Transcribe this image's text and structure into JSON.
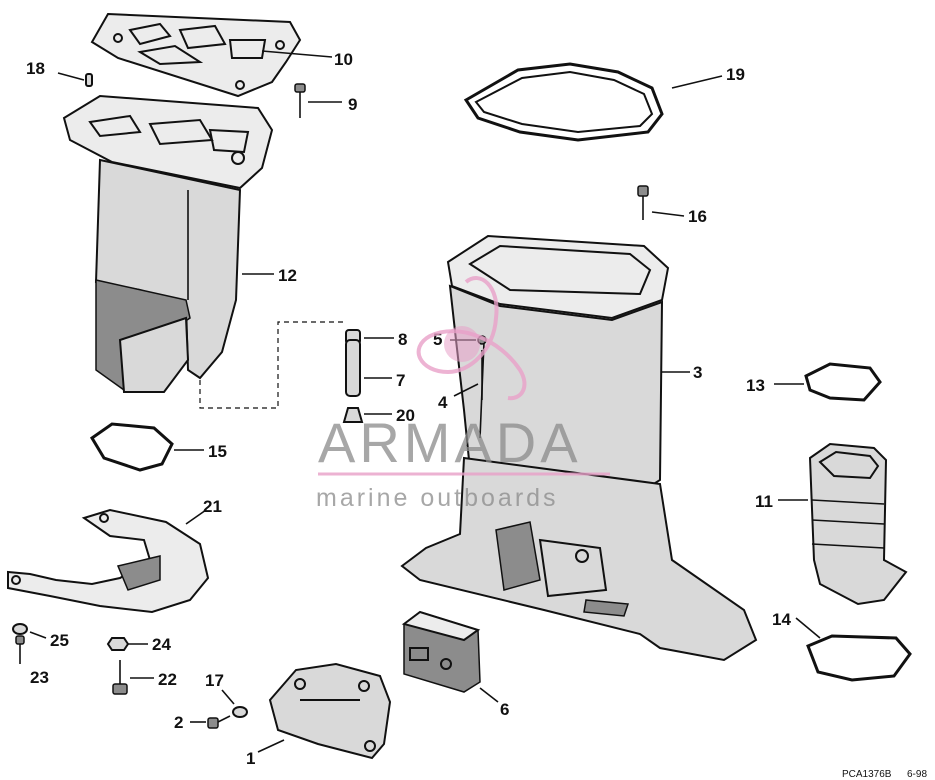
{
  "diagram": {
    "callouts": [
      {
        "id": "1",
        "label": "1"
      },
      {
        "id": "2",
        "label": "2"
      },
      {
        "id": "3",
        "label": "3"
      },
      {
        "id": "4",
        "label": "4"
      },
      {
        "id": "5",
        "label": "5"
      },
      {
        "id": "6",
        "label": "6"
      },
      {
        "id": "7",
        "label": "7"
      },
      {
        "id": "8",
        "label": "8"
      },
      {
        "id": "9",
        "label": "9"
      },
      {
        "id": "10",
        "label": "10"
      },
      {
        "id": "11",
        "label": "11"
      },
      {
        "id": "12",
        "label": "12"
      },
      {
        "id": "13",
        "label": "13"
      },
      {
        "id": "14",
        "label": "14"
      },
      {
        "id": "15",
        "label": "15"
      },
      {
        "id": "16",
        "label": "16"
      },
      {
        "id": "17",
        "label": "17"
      },
      {
        "id": "18",
        "label": "18"
      },
      {
        "id": "19",
        "label": "19"
      },
      {
        "id": "20",
        "label": "20"
      },
      {
        "id": "21",
        "label": "21"
      },
      {
        "id": "22",
        "label": "22"
      },
      {
        "id": "23",
        "label": "23"
      },
      {
        "id": "24",
        "label": "24"
      },
      {
        "id": "25",
        "label": "25"
      }
    ],
    "drawing_code": "PCA1376B",
    "date_code": "6-98"
  },
  "watermark": {
    "brand": "ARMADA",
    "tagline": "marine outboards",
    "color": "#8a8a8a",
    "logo_color": "#e8a0c8"
  }
}
